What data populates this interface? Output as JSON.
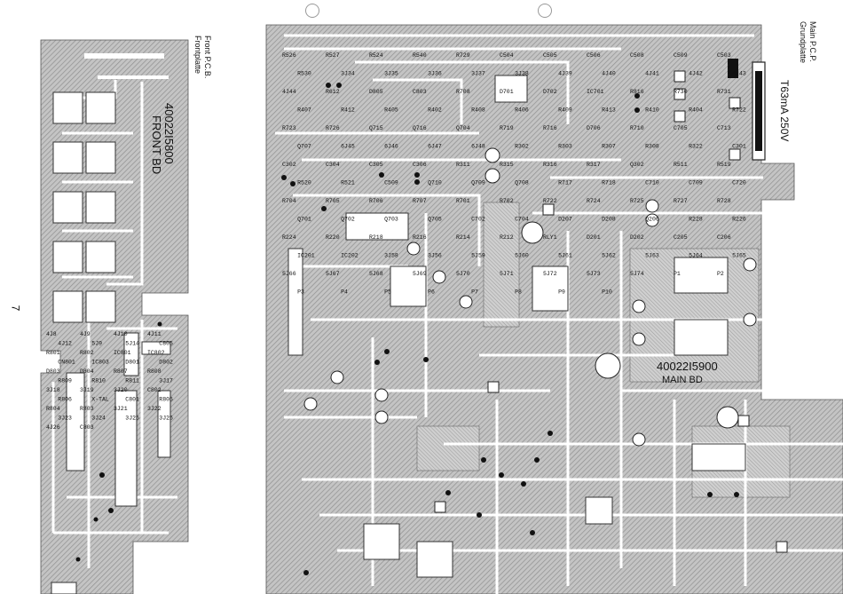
{
  "page_number": "7",
  "front_board": {
    "caption_de": "Frontplatte",
    "caption_en": "Front P.C.B.",
    "part_number": "40022I5800",
    "title": "FRONT BD",
    "labels": [
      "4J8",
      "4J9",
      "4J10",
      "4J11",
      "4J12",
      "5J9",
      "5J14",
      "C805",
      "R801",
      "R802",
      "IC801",
      "IC802",
      "CN801",
      "IC803",
      "D801",
      "D802",
      "D803",
      "D804",
      "R807",
      "R808",
      "R809",
      "R810",
      "R811",
      "3J17",
      "3J18",
      "3J19",
      "3J20",
      "C802",
      "R806",
      "X-TAL",
      "C801",
      "R805",
      "R804",
      "R803",
      "3J21",
      "3J22",
      "3J23",
      "3J24",
      "3J25",
      "3J26",
      "4J26",
      "C803"
    ]
  },
  "main_board": {
    "caption_de": "Grundplatte",
    "caption_en": "Main P.C.P.",
    "part_number": "40022I5900",
    "title": "MAIN BD",
    "fuse": "T63mA 250V",
    "labels": [
      "R526",
      "R527",
      "R524",
      "R540",
      "R729",
      "C504",
      "C505",
      "C506",
      "C508",
      "C509",
      "C503",
      "R530",
      "3J34",
      "3J35",
      "3J36",
      "3J37",
      "3J38",
      "4J39",
      "4J40",
      "4J41",
      "4J42",
      "4J43",
      "4J44",
      "R612",
      "D805",
      "C803",
      "R708",
      "D701",
      "D702",
      "IC701",
      "R816",
      "R730",
      "R731",
      "R407",
      "R412",
      "R405",
      "R402",
      "R408",
      "R406",
      "R409",
      "R413",
      "R410",
      "R404",
      "R722",
      "R723",
      "R726",
      "Q715",
      "Q716",
      "Q704",
      "R719",
      "R716",
      "D706",
      "R710",
      "C705",
      "C713",
      "Q707",
      "6J45",
      "6J46",
      "6J47",
      "6J48",
      "R302",
      "R303",
      "R307",
      "R308",
      "R322",
      "C301",
      "C302",
      "C304",
      "C305",
      "C306",
      "R311",
      "R315",
      "R316",
      "R317",
      "Q302",
      "R511",
      "R519",
      "R520",
      "R521",
      "C509",
      "Q710",
      "Q709",
      "Q708",
      "R717",
      "R718",
      "C710",
      "C709",
      "C720",
      "R704",
      "R705",
      "R706",
      "R707",
      "R701",
      "R702",
      "R722",
      "R724",
      "R725",
      "R727",
      "R728",
      "Q701",
      "Q702",
      "Q703",
      "Q705",
      "C702",
      "C704",
      "D207",
      "D208",
      "Q206",
      "R228",
      "R226",
      "R224",
      "R220",
      "R218",
      "R216",
      "R214",
      "R212",
      "RLY1",
      "D201",
      "D202",
      "C205",
      "C206",
      "IC201",
      "IC202",
      "3J58",
      "3J56",
      "5J59",
      "5J60",
      "5J61",
      "5J62",
      "5J63",
      "5J64",
      "5J65",
      "5J66",
      "5J67",
      "5J68",
      "5J69",
      "5J70",
      "5J71",
      "5J72",
      "5J73",
      "5J74",
      "P1",
      "P2",
      "P3",
      "P4",
      "P5",
      "P6",
      "P7",
      "P8",
      "P9",
      "P10"
    ]
  },
  "colors": {
    "paper": "#ffffff",
    "copper": "#bdbdbd",
    "hatch": "#9a9a9a",
    "ink": "#111111",
    "trace_gap": "#ffffff"
  }
}
